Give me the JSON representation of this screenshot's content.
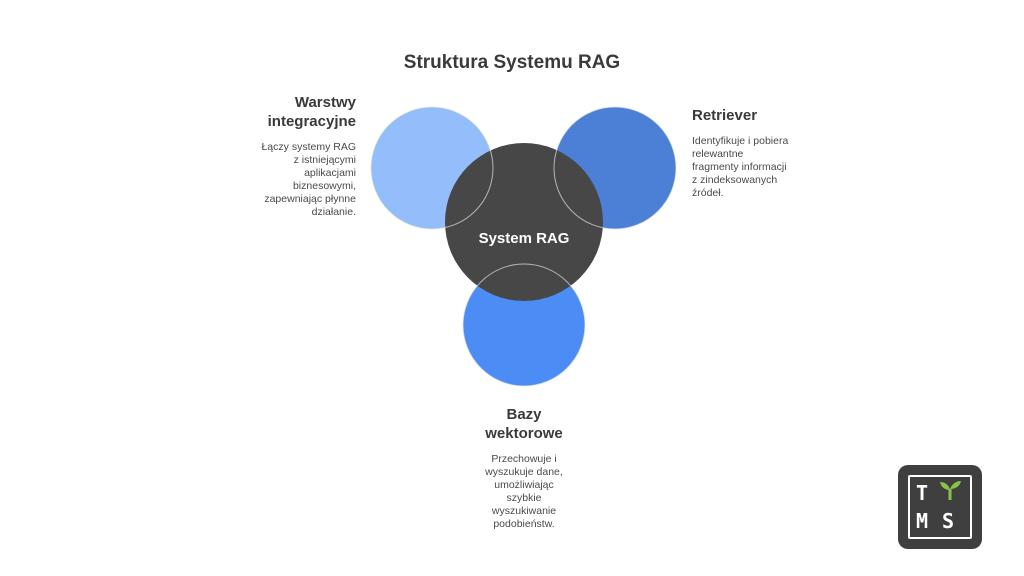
{
  "title": "Struktura Systemu RAG",
  "center": {
    "label": "System RAG"
  },
  "nodes": {
    "integration": {
      "heading_line1": "Warstwy",
      "heading_line2": "integracyjne",
      "desc": [
        "Łączy systemy RAG",
        "z istniejącymi",
        "aplikacjami",
        "biznesowymi,",
        "zapewniając płynne",
        "działanie."
      ]
    },
    "retriever": {
      "heading": "Retriever",
      "desc": [
        "Identyfikuje i pobiera",
        "relewantne",
        "fragmenty informacji",
        "z zindeksowanych",
        "źródeł."
      ]
    },
    "vector": {
      "heading_line1": "Bazy",
      "heading_line2": "wektorowe",
      "desc": [
        "Przechowuje i",
        "wyszukuje dane,",
        "umożliwiając",
        "szybkie",
        "wyszukiwanie",
        "podobieństw."
      ]
    }
  },
  "colors": {
    "center": "#474747",
    "integration": "#94bdfb",
    "retriever": "#4c80d6",
    "vector": "#4b8df5"
  },
  "logo": {
    "letters": [
      "T",
      "M",
      "S"
    ],
    "sprout_color": "#8bc34a"
  }
}
